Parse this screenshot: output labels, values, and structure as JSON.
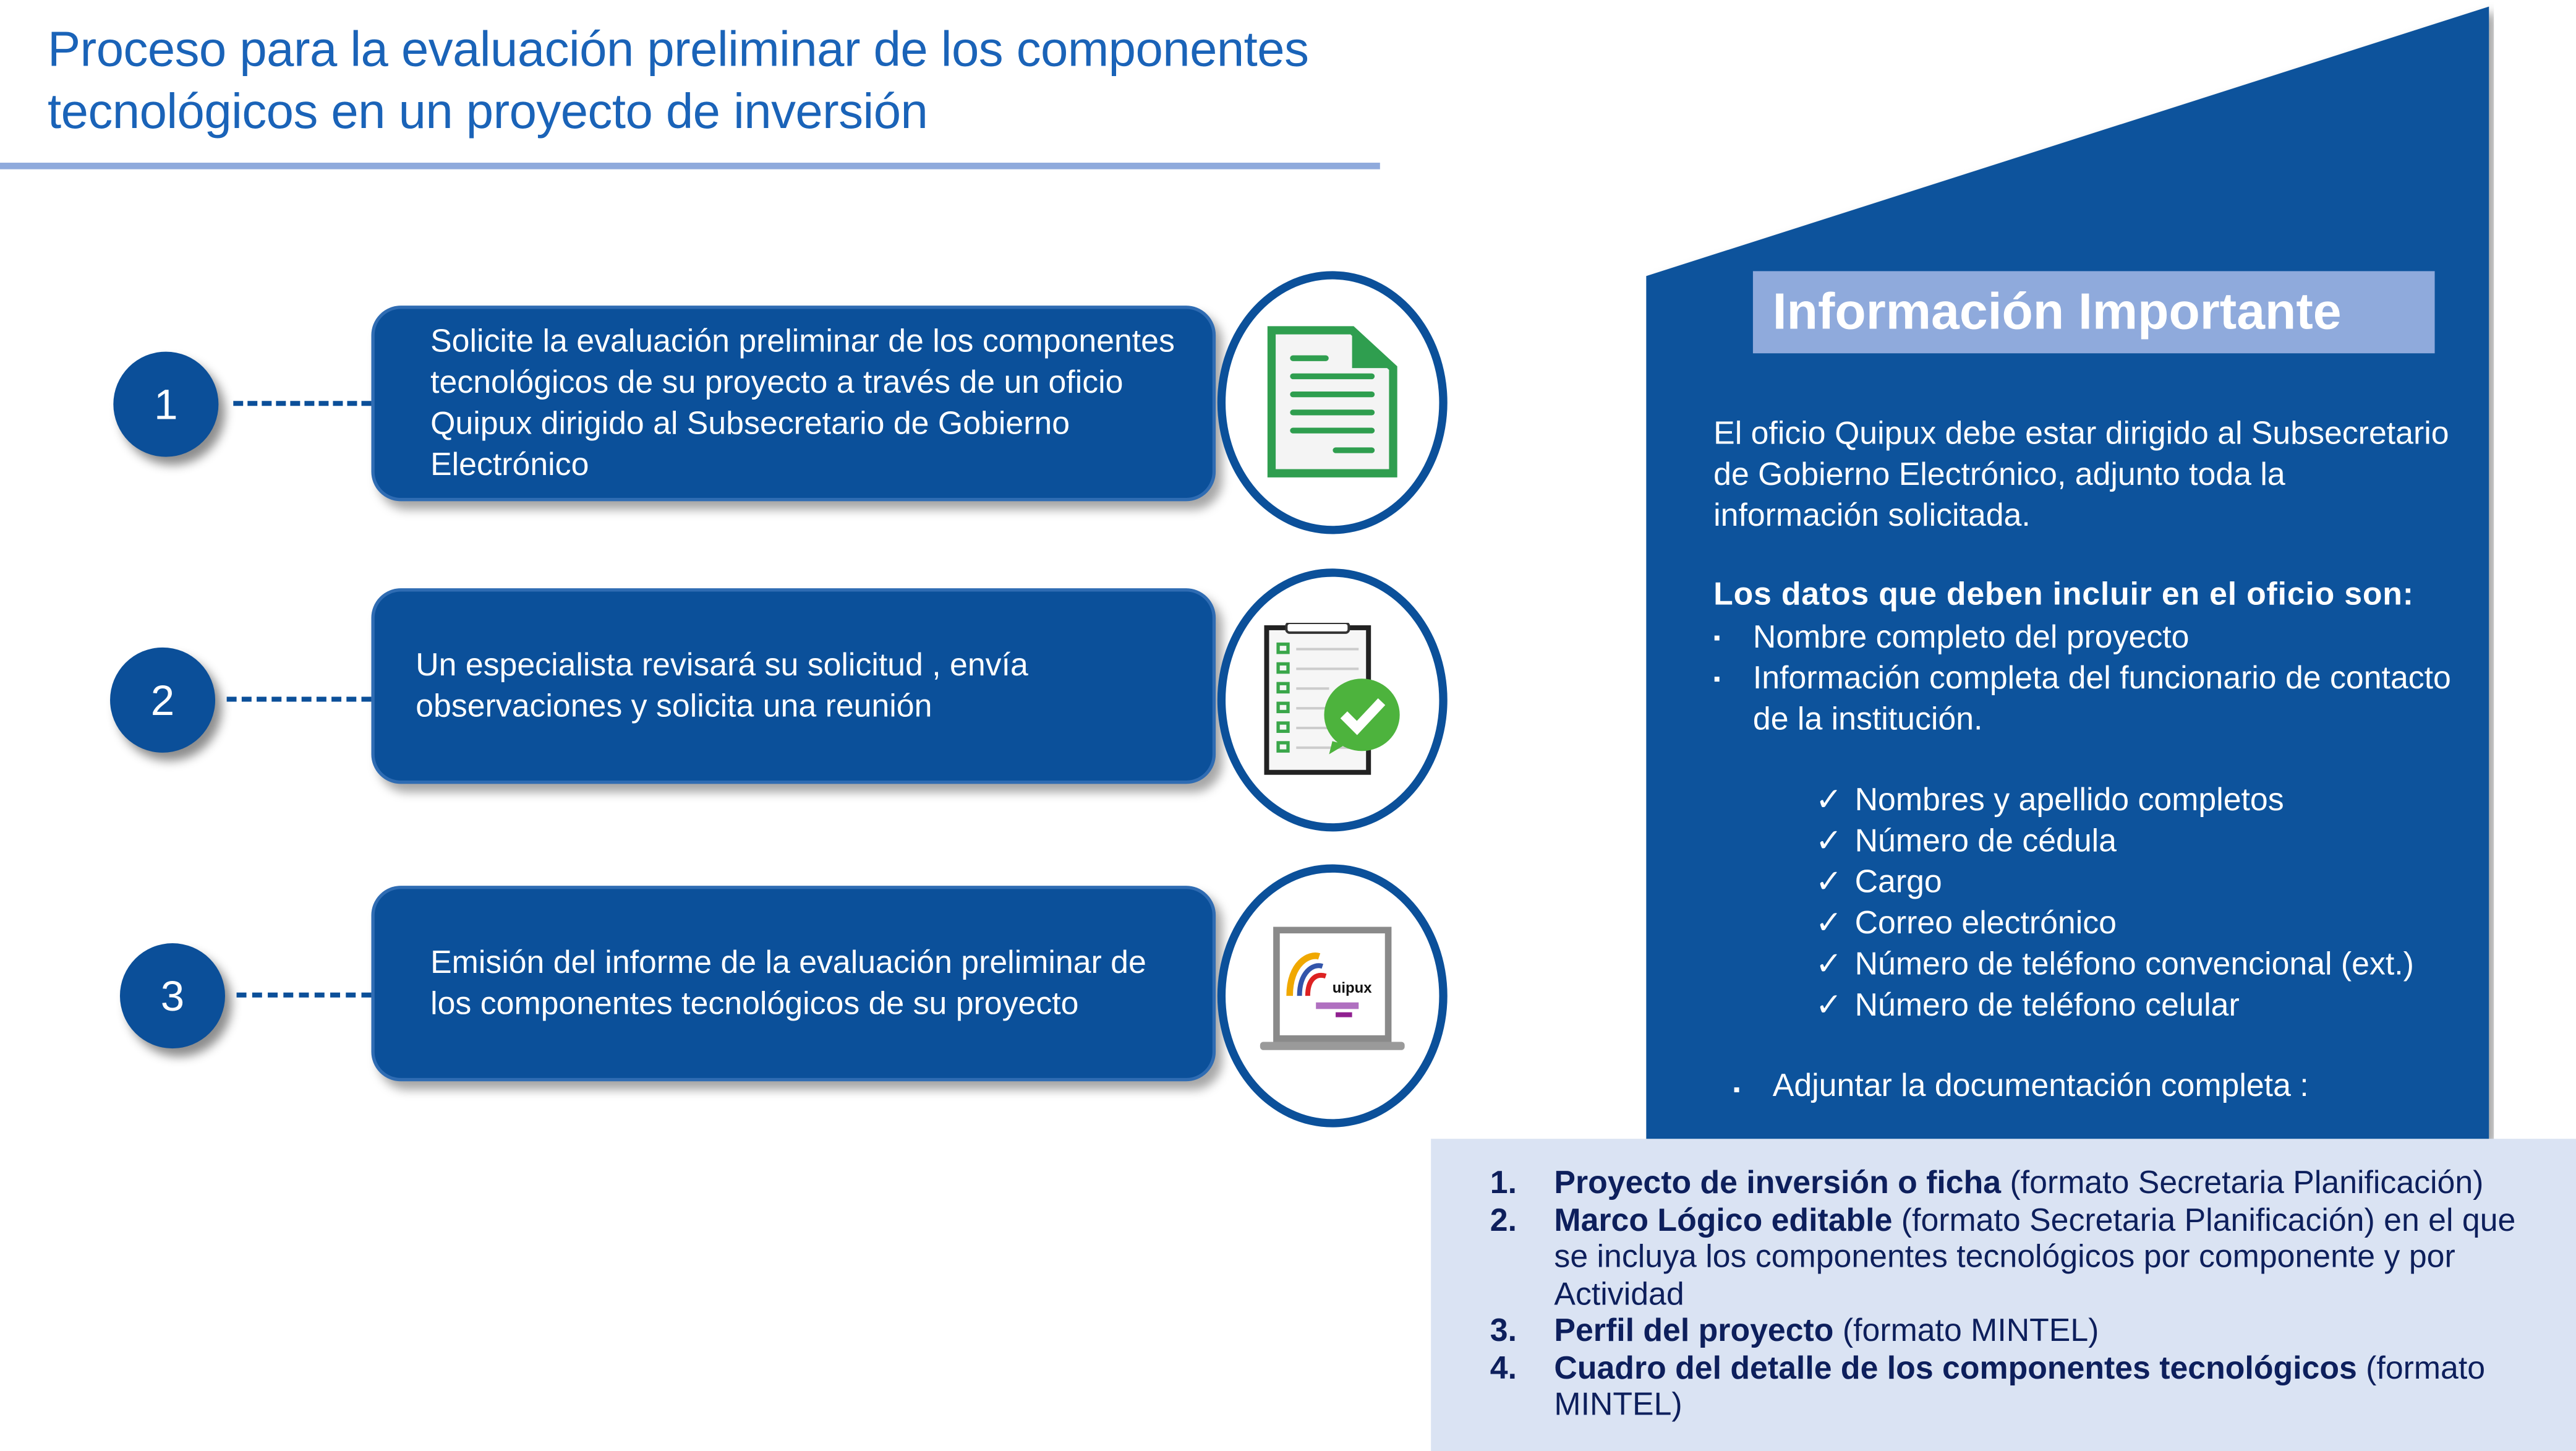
{
  "title": {
    "line1": "Proceso para la evaluación preliminar de los componentes",
    "line2": "tecnológicos en un proyecto de inversión"
  },
  "steps": [
    {
      "number": "1",
      "text": "Solicite la evaluación preliminar de los componentes tecnológicos de su proyecto a través de un oficio Quipux dirigido al Subsecretario de Gobierno Electrónico",
      "icon": "document-icon"
    },
    {
      "number": "2",
      "text": "Un especialista revisará su solicitud , envía observaciones y solicita  una reunión",
      "icon": "clipboard-check-icon"
    },
    {
      "number": "3",
      "text": "Emisión del  informe de la evaluación preliminar de los componentes tecnológicos de su proyecto",
      "icon": "quipux-laptop-icon"
    }
  ],
  "quipux_logo_text": "uipux",
  "panel": {
    "heading": "Información Importante",
    "intro": "El oficio Quipux debe estar dirigido al Subsecretario de Gobierno Electrónico, adjunto toda la información solicitada.",
    "data_heading": "Los datos que deben incluir en el oficio son:",
    "bullets": [
      "Nombre completo del proyecto",
      "Información completa del funcionario de contacto de la institución."
    ],
    "checks": [
      "Nombres y apellido completos",
      "Número de cédula",
      "Cargo",
      "Correo electrónico",
      "Número de teléfono convencional (ext.)",
      "Número de teléfono celular"
    ],
    "attach": "Adjuntar la documentación completa :",
    "bullet_glyph": "▪",
    "check_glyph": "✓"
  },
  "documents": [
    {
      "num": "1.",
      "bold": "Proyecto de inversión o ficha",
      "rest": " (formato Secretaria Planificación)"
    },
    {
      "num": "2.",
      "bold": "Marco Lógico editable",
      "rest": " (formato Secretaria Planificación) en el que se incluya los componentes tecnológicos por componente y por Actividad"
    },
    {
      "num": "3.",
      "bold": "Perfil del proyecto",
      "rest": " (formato MINTEL)"
    },
    {
      "num": "4.",
      "bold": "Cuadro del detalle de los componentes tecnológicos",
      "rest": " (formato MINTEL)"
    }
  ],
  "colors": {
    "primary": "#0b509a",
    "accent": "#8faadc",
    "title": "#1a63b8",
    "bottom_bg": "#dae3f3"
  }
}
